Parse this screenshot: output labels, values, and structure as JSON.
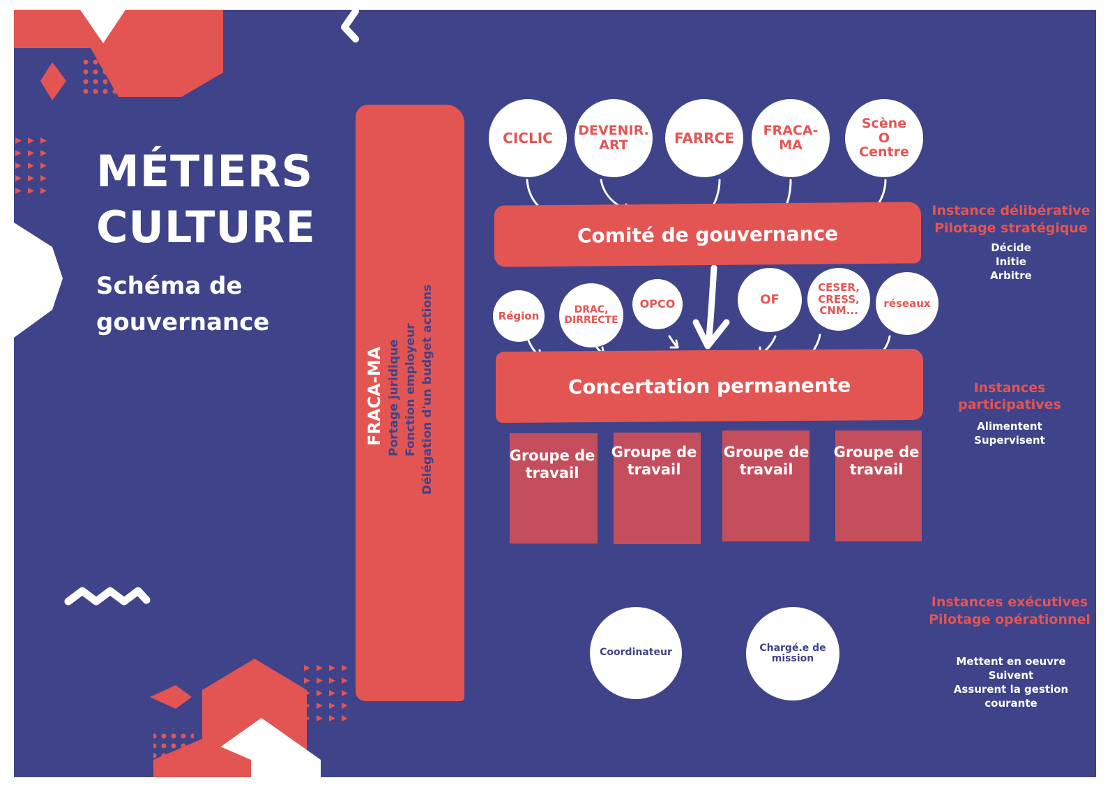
{
  "title": {
    "line1": "MÉTIERS",
    "line2": "CULTURE",
    "subtitle_line1": "Schéma de",
    "subtitle_line2": "gouvernance"
  },
  "vertical_band": {
    "title": "FRACA-MA",
    "line1": "Portage juridique",
    "line2": "Fonction employeur",
    "line3": "Délégation d'un budget actions"
  },
  "top_members": [
    "CICLIC",
    "DEVENIR. ART",
    "FARRCE",
    "FRACA- MA",
    "Scène O Centre"
  ],
  "committee": {
    "label": "Comité de gouvernance"
  },
  "partners": [
    "Région",
    "DRAC, DIRRECTE",
    "OPCO",
    "OF",
    "CESER, CRESS, CNM...",
    "réseaux"
  ],
  "concertation": {
    "label": "Concertation permanente"
  },
  "working_groups": [
    "Groupe de travail",
    "Groupe de travail",
    "Groupe de travail",
    "Groupe de travail"
  ],
  "staff": [
    "Coordinateur",
    "Chargé.e de mission"
  ],
  "side_notes": {
    "deliberative": {
      "heading1": "Instance délibérative",
      "heading2": "Pilotage stratégique",
      "items": [
        "Décide",
        "Initie",
        "Arbitre"
      ]
    },
    "participative": {
      "heading1": "Instances",
      "heading2": "participatives",
      "items": [
        "Alimentent",
        "Supervisent"
      ]
    },
    "executive": {
      "heading1": "Instances exécutives",
      "heading2": "Pilotage opérationnel",
      "items": [
        "Mettent en oeuvre",
        "Suivent",
        "Assurent la gestion",
        "courante"
      ]
    }
  },
  "colors": {
    "background": "#3f4389",
    "accent": "#e35553",
    "group": "#c54e5d",
    "circle": "#ffffff"
  }
}
